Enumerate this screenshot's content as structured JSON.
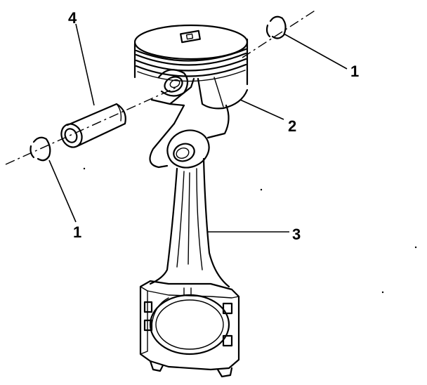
{
  "callouts": {
    "snap_ring_right": "1",
    "piston": "2",
    "connecting_rod": "3",
    "piston_pin": "4",
    "snap_ring_left": "1"
  }
}
